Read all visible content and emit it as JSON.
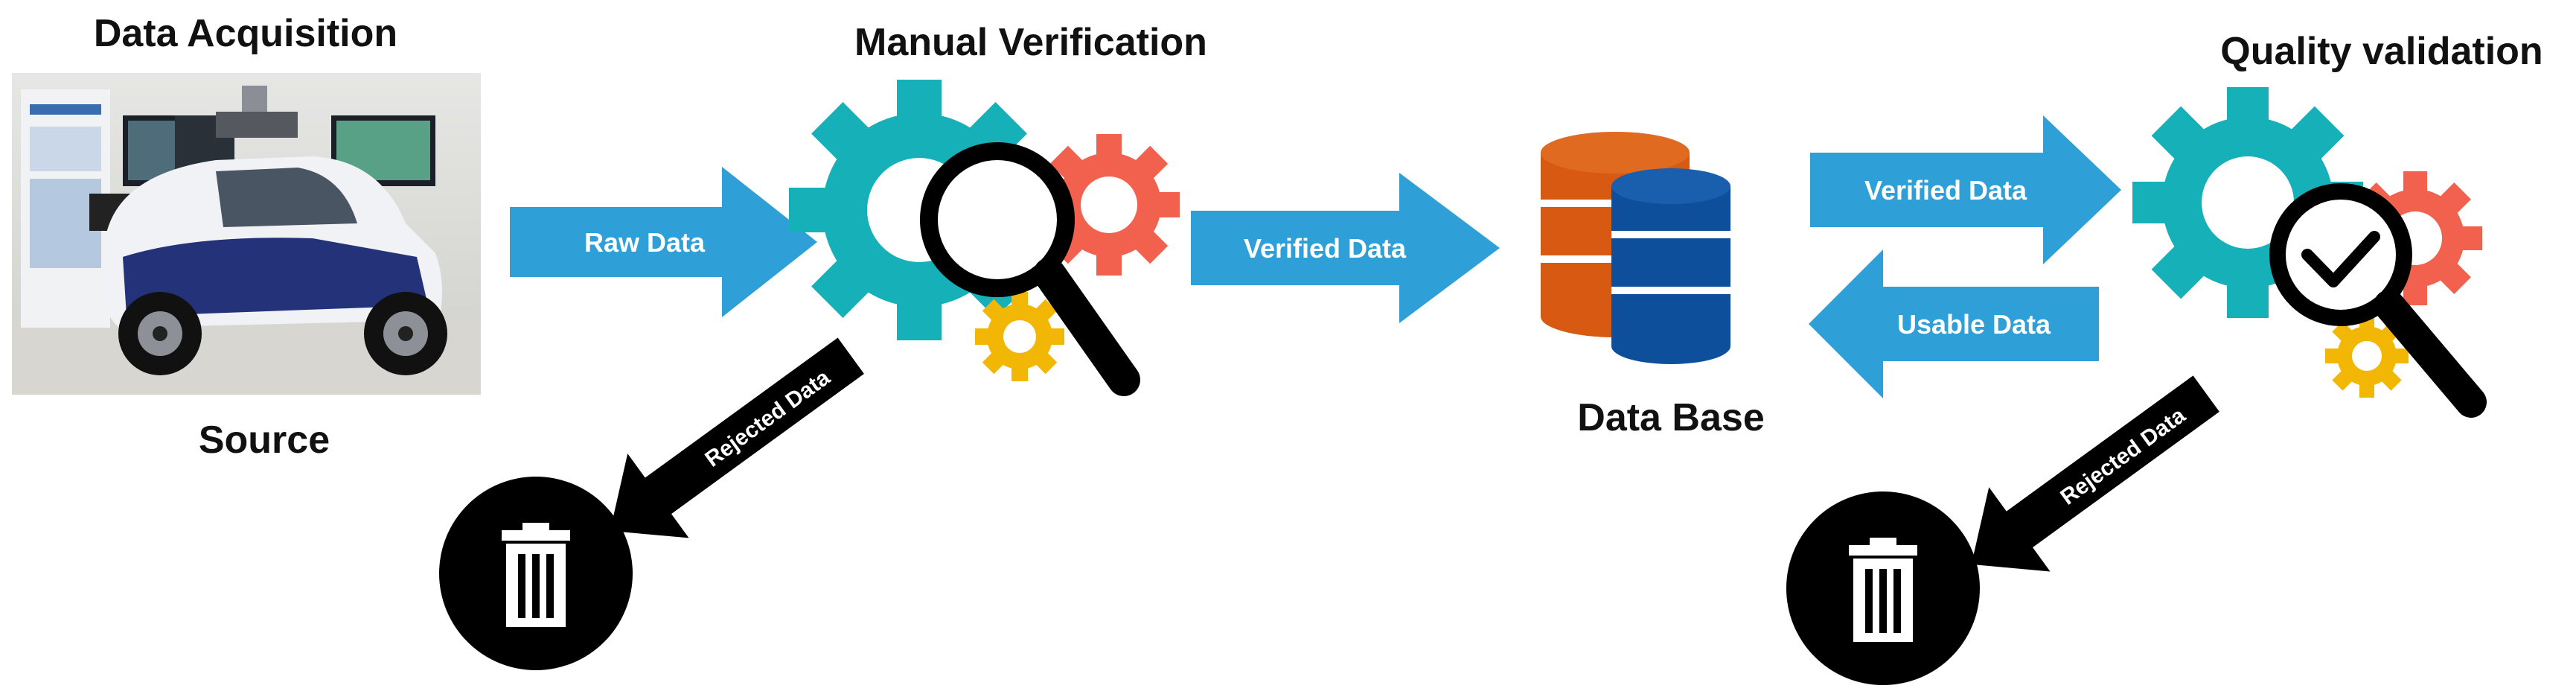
{
  "stages": {
    "acquisition": {
      "title": "Data Acquisition",
      "caption": "Source"
    },
    "manual_verification": {
      "title": "Manual Verification"
    },
    "database": {
      "caption": "Data Base"
    },
    "quality_validation": {
      "title": "Quality validation"
    }
  },
  "arrows": {
    "raw_data": "Raw Data",
    "verified_data_1": "Verified Data",
    "verified_data_2": "Verified Data",
    "usable_data": "Usable Data",
    "rejected_data_1": "Rejected Data",
    "rejected_data_2": "Rejected Data"
  },
  "icons": {
    "gear": "gear-icon",
    "magnifier": "magnifier-icon",
    "check": "check-icon",
    "database": "database-icon",
    "trash": "trash-icon",
    "vehicle_photo": "vehicle-photo"
  },
  "colors": {
    "arrow_blue": "#2f9fd8",
    "gear_teal": "#16b0b8",
    "gear_red": "#f2614d",
    "gear_yellow": "#f2b705",
    "db_orange": "#d85a12",
    "db_blue": "#0e4f9c",
    "black": "#000000"
  }
}
